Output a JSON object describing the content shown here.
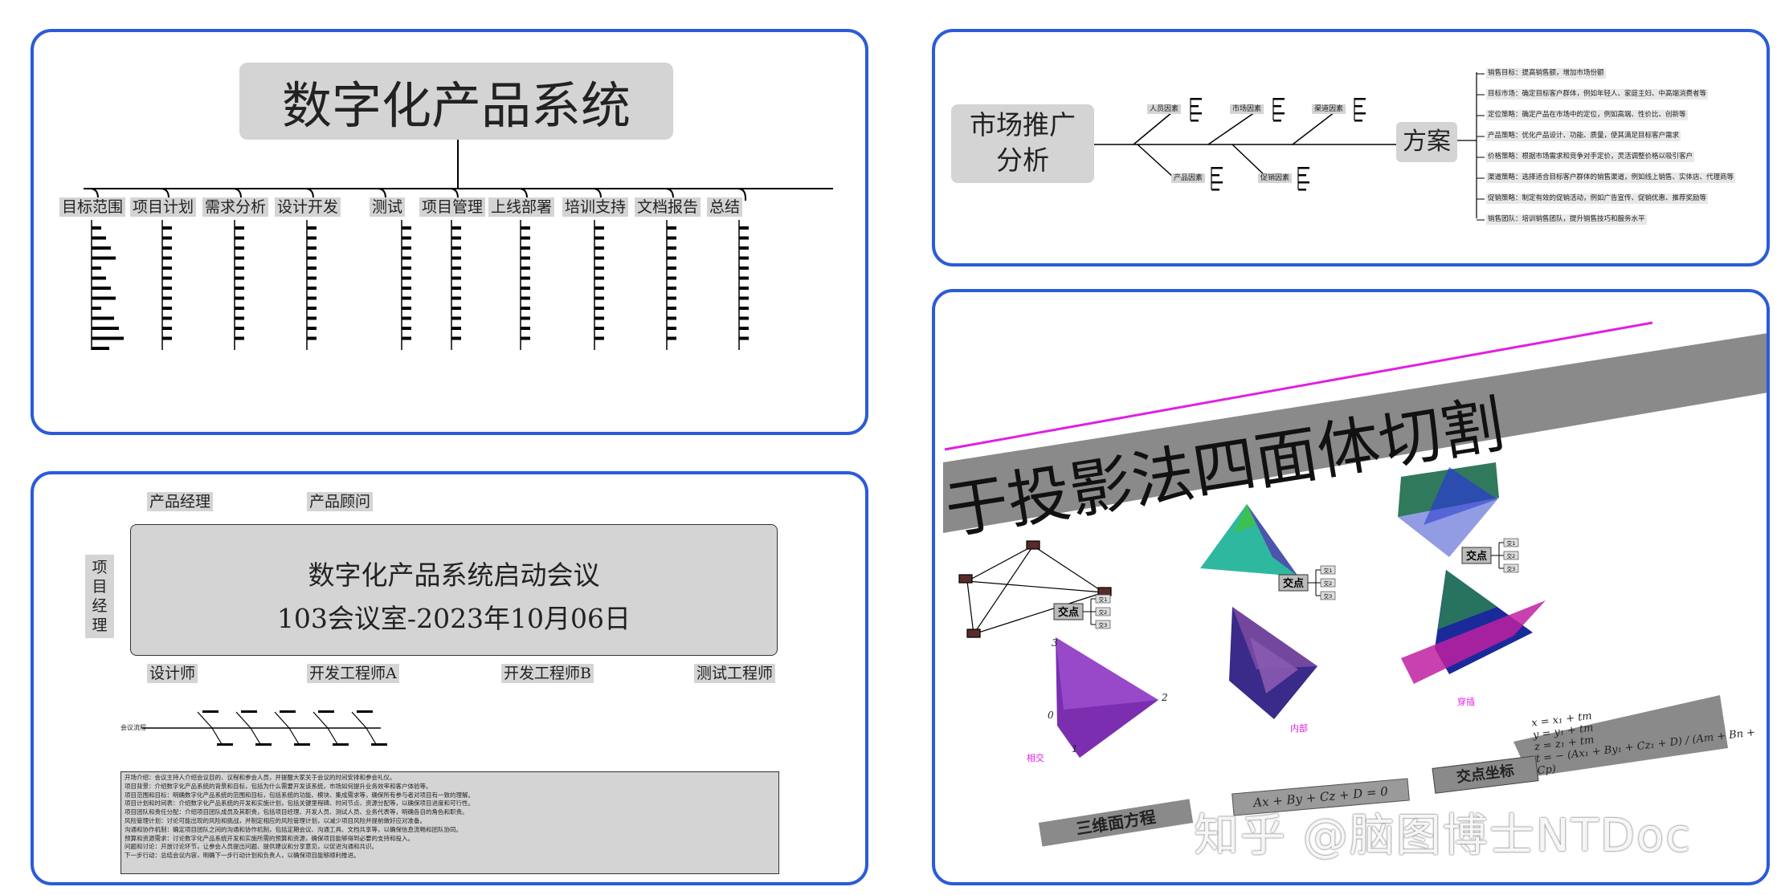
{
  "panel1": {
    "title": "数字化产品系统",
    "branches": [
      "目标范围",
      "项目计划",
      "需求分析",
      "设计开发",
      "测试",
      "项目管理",
      "上线部署",
      "培训支持",
      "文档报告",
      "总结"
    ]
  },
  "panel2": {
    "top_roles": [
      "产品经理",
      "产品顾问"
    ],
    "side_role": "项目经理",
    "meeting_title": "数字化产品系统启动会议",
    "meeting_place": "103会议室-2023年10月06日",
    "bottom_roles": [
      "设计师",
      "开发工程师A",
      "开发工程师B",
      "测试工程师"
    ],
    "flow_label": "会议流程",
    "notes": [
      "开场介绍：会议主持人介绍会议目的、议程和参会人员，并提醒大家关于会议的时间安排和参会礼仪。",
      "项目背景：介绍数字化产品系统的背景和目标，包括为什么需要开发该系统，市场如何提升业务效率和客户体验等。",
      "项目范围和目标：明确数字化产品系统的范围和目标，包括系统的功能、模块、集成需求等，确保所有参与者对项目有一致的理解。",
      "项目计划和时间表：介绍数字化产品系统的开发和实施计划，包括关键里程碑、时间节点、资源分配等，以确保项目进度和可行性。",
      "项目团队和责任分配：介绍项目团队成员及其职责，包括项目经理、开发人员、测试人员、业务代表等，明确各自的角色和职责。",
      "风险管理计划：讨论可能出现的风险和挑战，并制定相应的风险管理计划，以减少项目风险并提前做好应对准备。",
      "沟通和协作机制：确定项目团队之间的沟通和协作机制，包括定期会议、沟通工具、文档共享等，以确保信息流畅和团队协同。",
      "预算和资源需求：讨论数字化产品系统开发和实施所需的预算和资源，确保项目能够得到必要的支持和投入。",
      "问题和讨论：开放讨论环节，让参会人员提出问题、提供建议和分享意见，以促进沟通和共识。",
      "下一步行动：总结会议内容，明确下一步行动计划和负责人，以确保项目能够顺利推进。"
    ]
  },
  "panel3": {
    "center": [
      "市场推广",
      "分析"
    ],
    "result": "方案",
    "factors_top": [
      "人员因素",
      "市场因素",
      "渠道因素"
    ],
    "factors_bottom": [
      "产品因素",
      "促销因素"
    ],
    "items": [
      "销售目标：提高销售额，增加市场份额",
      "目标市场：确定目标客户群体，例如年轻人、家庭主妇、中高端消费者等",
      "定位策略：确定产品在市场中的定位，例如高端、性价比、创新等",
      "产品策略：优化产品设计、功能、质量，使其满足目标客户需求",
      "价格策略：根据市场需求和竞争对手定价，灵活调整价格以吸引客户",
      "渠道策略：选择适合目标客户群体的销售渠道，例如线上销售、实体店、代理商等",
      "促销策略：制定有效的促销活动，例如广告宣传、促销优惠、推荐奖励等",
      "销售团队：培训销售团队，提升销售技巧和服务水平"
    ]
  },
  "panel4": {
    "banner": "于投影法四面体切割",
    "node_label": "交点",
    "sub_items": [
      "交1",
      "交2",
      "交3"
    ],
    "caption_left": "相交",
    "caption_mid": "内部",
    "caption_right": "穿插",
    "vertex_labels": [
      "0",
      "1",
      "2",
      "3"
    ],
    "bottom_left": "三维面方程",
    "equation_plane": "Ax + By + Cz + D = 0",
    "bottom_mid": "交点坐标",
    "equations": [
      "x = x₁ + tm",
      "y = y₁ + tm",
      "z = z₁ + tm",
      "t = − (Ax₁ + By₁ + Cz₁ + D) / (Am + Bn + Cp)"
    ]
  },
  "watermark": "知乎 @脑图博士NTDoc",
  "colors": {
    "frame": "#2b5bd7",
    "box": "#d4d4d4",
    "magenta": "#e020e0",
    "purple": "#7b2fb0"
  }
}
